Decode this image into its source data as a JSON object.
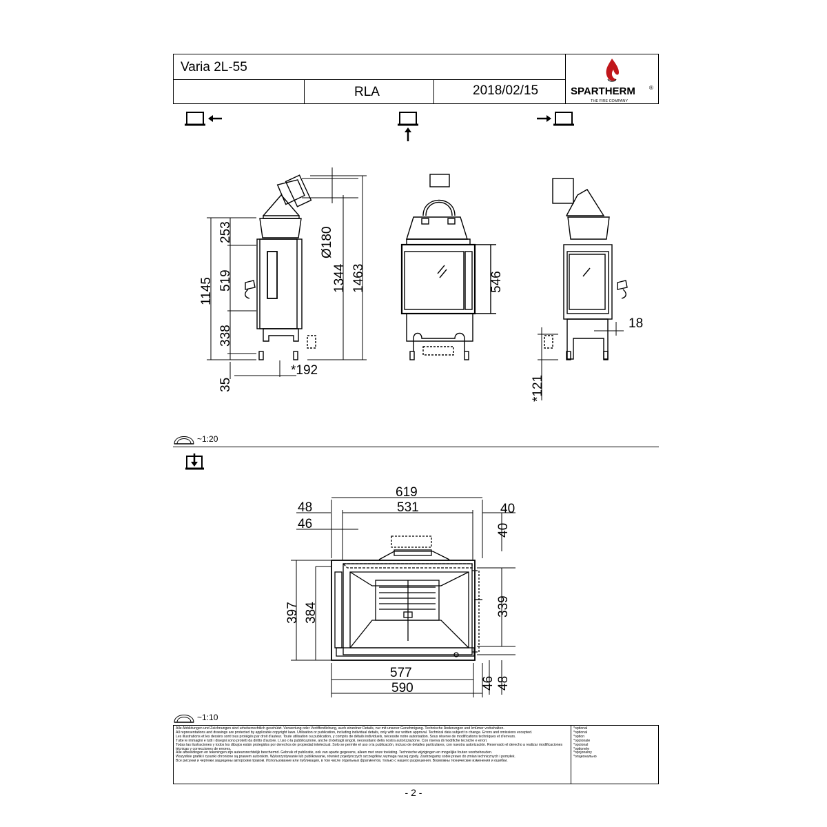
{
  "header": {
    "model": "Varia 2L-55",
    "code": "RLA",
    "date": "2018/02/15",
    "brand": "SPARTHERM",
    "registered": "®",
    "tagline": "THE FIRE COMPANY"
  },
  "views_top": {
    "dims": {
      "d253": "253",
      "d519": "519",
      "d1145": "1145",
      "d338": "338",
      "d35": "35",
      "d192": "*192",
      "d180": "Ø180",
      "d1344": "1344",
      "d1463": "1463",
      "d546": "546",
      "d18": "18",
      "d121": "*121"
    },
    "scale": "~1:20"
  },
  "plan": {
    "dims": {
      "d619": "619",
      "d531": "531",
      "d48a": "48",
      "d46a": "46",
      "d40a": "40",
      "d40b": "40",
      "d397": "397",
      "d384": "384",
      "d339": "339",
      "d577": "577",
      "d590": "590",
      "d46b": "46",
      "d48b": "48"
    },
    "scale": "~1:10"
  },
  "legal": {
    "lines": [
      "Alle Abbildungen und Zeichnungen sind urheberrechtlich geschützt. Verwertung oder Veröffentlichung, auch einzelner Details, nur mit unserer Genehmigung. Technische Änderungen und Irrtümer vorbehalten.",
      "All representations and drawings are protected by applicable copyright laws. Utilisation or publication, including individual details, only with our written approval. Technical data subject to change. Errors and omissions excepted.",
      "Les illustrations et les dessins sont tous protégés par droit d'auteur. Toute utilisation ou publication, y compris de détails individuels, nécessite notre autorisation. Sous réserve de modifications techniques et d'erreurs.",
      "Tutte le immagini e tutti i disegni sono protetti da diritto d'autore. L'uso o la pubblicazione, anche di dettagli singoli, necessitano della nostra autorizzazione. Con riserva di modifiche tecniche e errori.",
      "Todas las ilustraciones y todos los dibujos están protegidos por derechos de propiedad intelectual. Solo se permite el uso o la publicación, incluso de detalles particulares, con nuestra autorización. Reservado el derecho a realizar modificaciones técnicas y correcciones de errores.",
      "Alle afbeeldingen en tekeningen zijn auteursrechtelijk beschermd. Gebruik of publicatie, ook van aparte gegevens, alleen met onze toelating. Technische wijzigingen en mogelijke fouten voorbehouden.",
      "Wszystkie grafiki i rysunki chronione są prawem autorskim. Wykorzystywanie lub publikowanie, również pojedynczych szczegółów, wymaga naszej zgody. Zastrzegamy sobie prawo do zmian technicznych i pomyłek.",
      "Все рисунки и чертежи защищены авторским правом. Использование или публикация, в том числе отдельных фрагментов, только с нашего разрешения. Возможны технические изменения и ошибки."
    ],
    "optional": [
      "*optional",
      "*optional",
      "*option",
      "*opzionale",
      "*opcional",
      "*optionele",
      "*opcjonalny",
      "*опционально"
    ]
  },
  "page": "- 2 -"
}
